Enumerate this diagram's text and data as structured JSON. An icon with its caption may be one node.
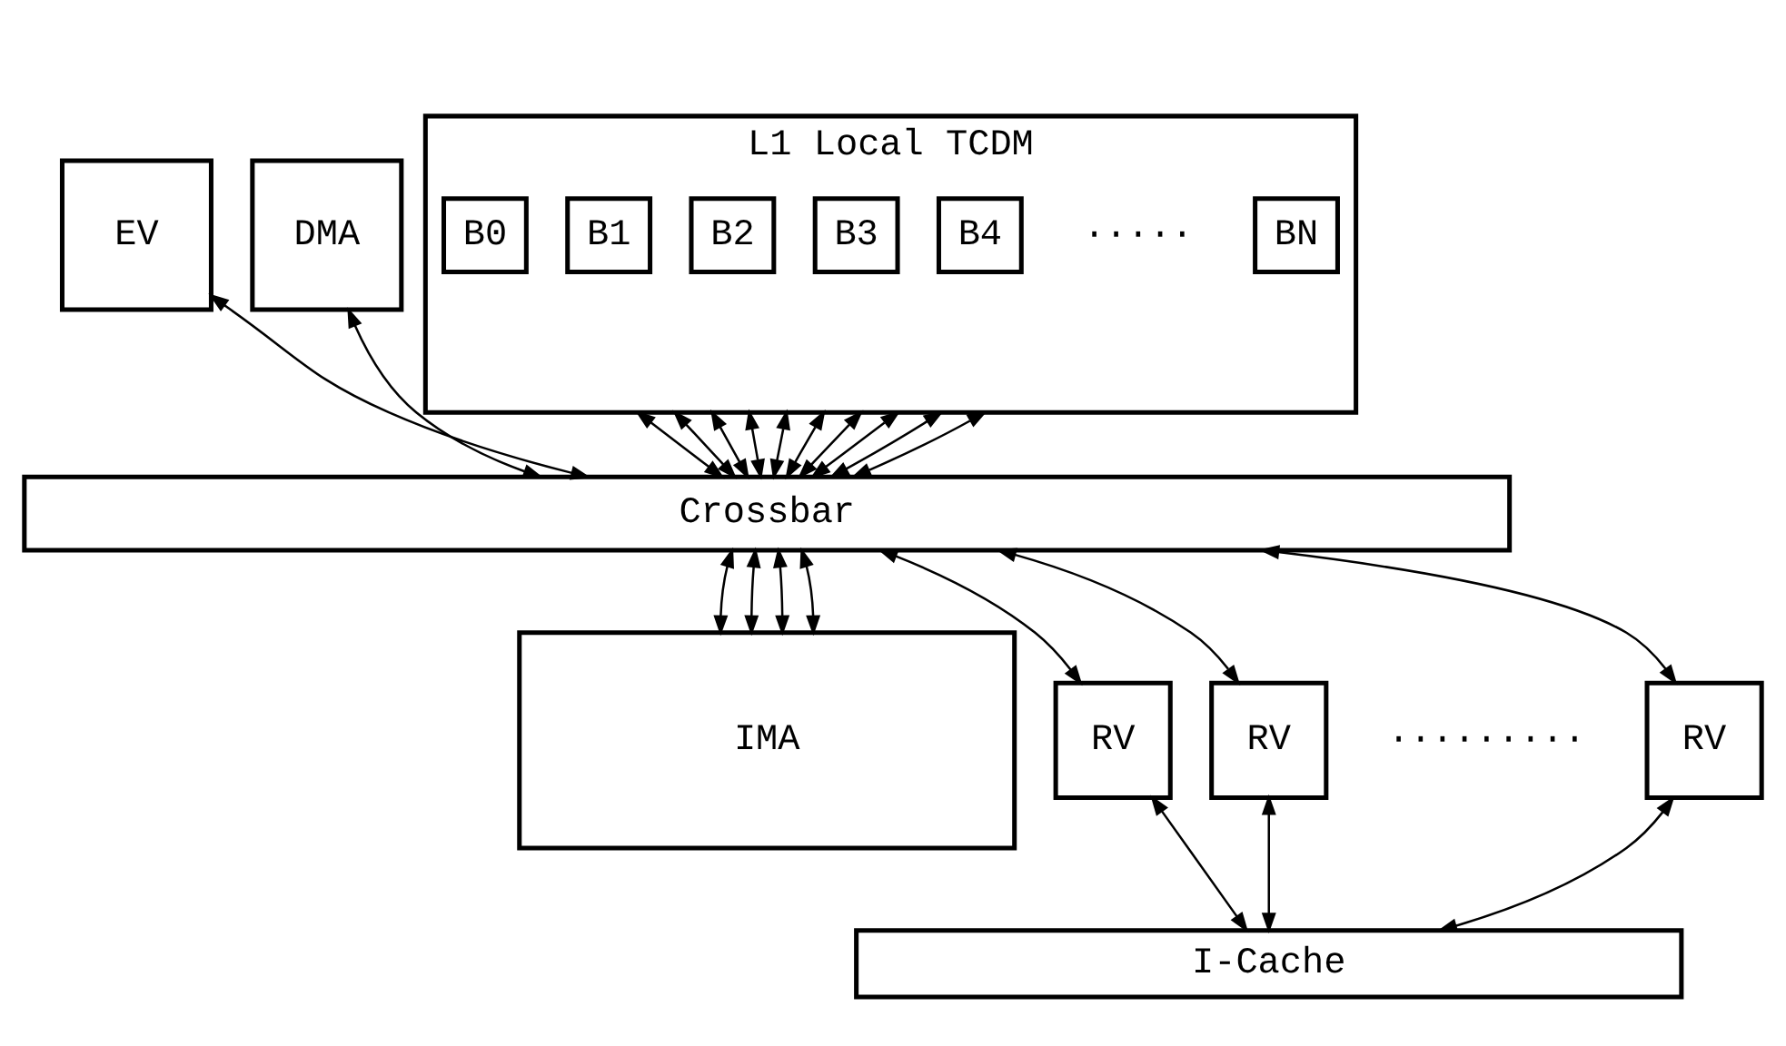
{
  "diagram": {
    "nodes": [
      {
        "text": [
          "EV"
        ]
      },
      {
        "text": [
          "DMA"
        ]
      },
      {
        "text": [
          "L1 Local TCDM"
        ]
      },
      {
        "text": [
          "B0"
        ],
        "in": 2
      },
      {
        "text": [
          "B1"
        ],
        "in": 2
      },
      {
        "text": [
          "B2"
        ],
        "in": 2
      },
      {
        "text": [
          "B3"
        ],
        "in": 2
      },
      {
        "text": [
          "B4"
        ],
        "in": 2
      },
      {
        "text": [
          "BN"
        ],
        "in": 2
      },
      {
        "text": [
          "Crossbar"
        ]
      },
      {
        "text": [
          "IMA"
        ]
      },
      {
        "text": [
          "RV"
        ]
      },
      {
        "text": [
          "RV"
        ]
      },
      {
        "text": [
          "RV"
        ]
      },
      {
        "text": [
          "I-Cache"
        ]
      }
    ],
    "edges": [
      {
        "from": 0,
        "to": 9,
        "arrow": "both"
      },
      {
        "from": 1,
        "to": 9,
        "arrow": "both"
      },
      {
        "from": 2,
        "to": 9,
        "arrow": "both"
      },
      {
        "from": 2,
        "to": 9,
        "arrow": "both"
      },
      {
        "from": 2,
        "to": 9,
        "arrow": "both"
      },
      {
        "from": 2,
        "to": 9,
        "arrow": "both"
      },
      {
        "from": 2,
        "to": 9,
        "arrow": "both"
      },
      {
        "from": 2,
        "to": 9,
        "arrow": "both"
      },
      {
        "from": 2,
        "to": 9,
        "arrow": "both"
      },
      {
        "from": 2,
        "to": 9,
        "arrow": "both"
      },
      {
        "from": 2,
        "to": 9,
        "arrow": "both"
      },
      {
        "from": 2,
        "to": 9,
        "arrow": "both"
      },
      {
        "from": 9,
        "to": 10,
        "arrow": "both"
      },
      {
        "from": 9,
        "to": 10,
        "arrow": "both"
      },
      {
        "from": 9,
        "to": 10,
        "arrow": "both"
      },
      {
        "from": 9,
        "to": 10,
        "arrow": "both"
      },
      {
        "from": 9,
        "to": 11,
        "arrow": "both"
      },
      {
        "from": 9,
        "to": 12,
        "arrow": "both"
      },
      {
        "from": 9,
        "to": 13,
        "arrow": "both"
      },
      {
        "from": 11,
        "to": 14,
        "arrow": "both"
      },
      {
        "from": 12,
        "to": 14,
        "arrow": "both"
      },
      {
        "from": 13,
        "to": 14,
        "arrow": "both"
      }
    ],
    "labels": [
      "·····",
      "·········"
    ]
  }
}
